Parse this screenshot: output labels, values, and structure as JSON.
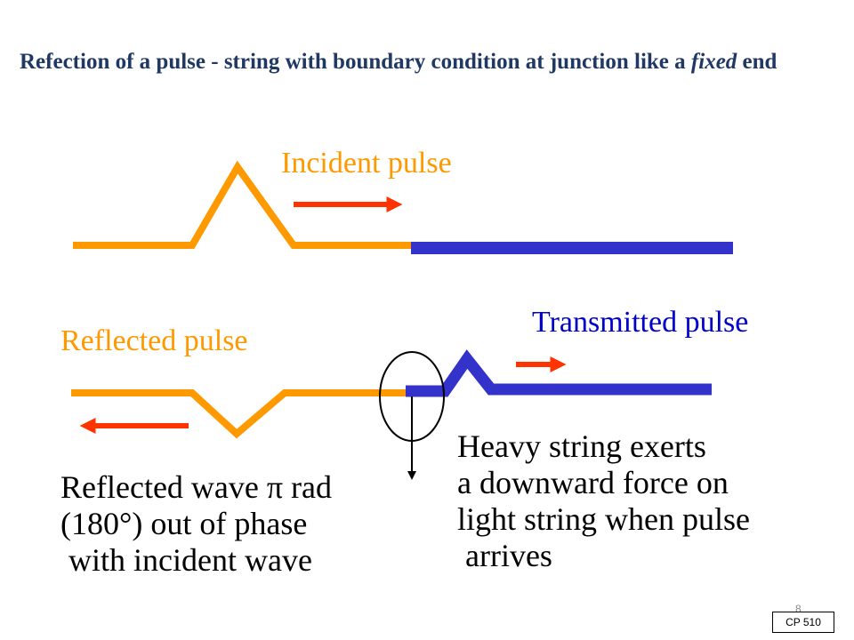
{
  "title": {
    "part1": "Refection of a pulse - string with boundary condition at junction like a ",
    "emph": "fixed",
    "part2": " end"
  },
  "labels": {
    "incident": "Incident pulse",
    "transmitted": "Transmitted pulse",
    "reflected": "Reflected pulse"
  },
  "notes": {
    "left": [
      "Reflected wave π rad",
      "(180°) out of phase",
      " with incident wave"
    ],
    "right": [
      "Heavy string exerts",
      "a downward force on",
      "light string when pulse",
      " arrives"
    ]
  },
  "footer": {
    "slide_number": "8",
    "course": "CP 510"
  },
  "colors": {
    "light_string": "#ff9900",
    "heavy_string": "#3333cc",
    "arrow": "#ff3300",
    "title": "#1f3864"
  }
}
